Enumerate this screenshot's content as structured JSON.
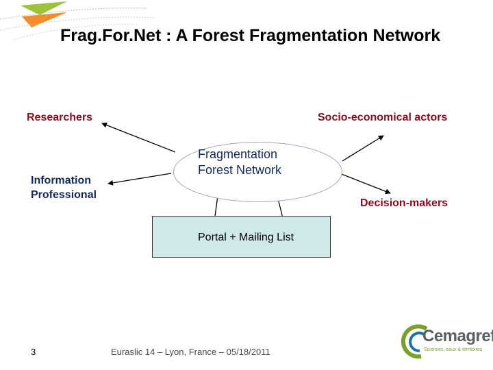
{
  "title": "Frag.For.Net : A Forest Fragmentation Network",
  "nodes": {
    "researchers": "Researchers",
    "socio": "Socio-economical actors",
    "info_line1": "Information",
    "info_line2": "Professional",
    "decision": "Decision-makers",
    "center_line1": "Fragmentation",
    "center_line2": "Forest Network",
    "portal": "Portal + Mailing List"
  },
  "footer": {
    "page_number": "3",
    "event": "Euraslic 14 – Lyon, France – 05/18/2011"
  },
  "logo": {
    "name": "Cemagref",
    "tagline": "Sciences, eaux & territoires"
  },
  "colors": {
    "label_red": "#8b0a1e",
    "label_navy": "#14295c",
    "portal_fill": "#cfe8ea",
    "logo_green": "#7aa02a",
    "logo_blue": "#1e6fb0"
  }
}
